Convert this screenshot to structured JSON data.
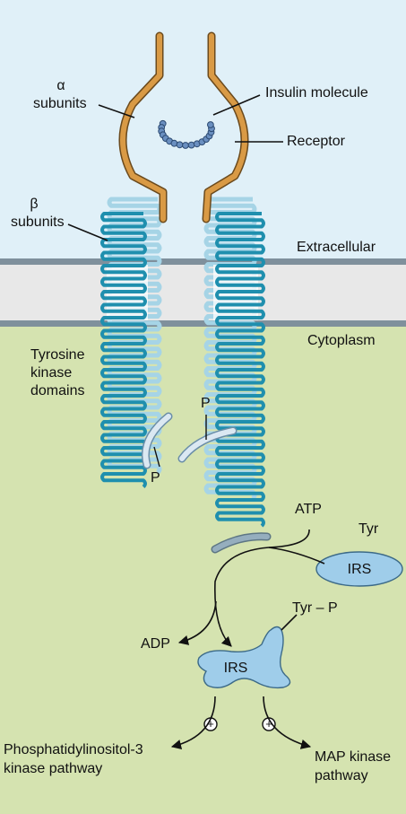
{
  "regions": {
    "extracellular": "Extracellular",
    "cytoplasm": "Cytoplasm"
  },
  "labels": {
    "alpha_symbol": "α",
    "alpha_word": "subunits",
    "beta_symbol": "β",
    "beta_word": "subunits",
    "insulin": "Insulin molecule",
    "receptor": "Receptor",
    "tk_line1": "Tyrosine",
    "tk_line2": "kinase",
    "tk_line3": "domains",
    "p_right": "P",
    "p_left": "P",
    "atp": "ATP",
    "tyr": "Tyr",
    "irs_top": "IRS",
    "tyr_p": "Tyr – P",
    "adp": "ADP",
    "irs_bottom": "IRS",
    "plus_left": "+",
    "plus_right": "+",
    "pi3k_line1": "Phosphatidylinositol-3",
    "pi3k_line2": "kinase pathway",
    "mapk_line1": "MAP kinase",
    "mapk_line2": "pathway"
  },
  "colors": {
    "extracellular_bg": "#e0f0f8",
    "cytoplasm_bg": "#d5e3b0",
    "membrane_fill": "#e8e8e8",
    "membrane_edge": "#7f909c",
    "alpha_subunit": "#d99a45",
    "beta_dark": "#1f8fae",
    "beta_light": "#a6d4e6",
    "insulin": "#6a8fc0",
    "irs_fill": "#9fcdea"
  }
}
